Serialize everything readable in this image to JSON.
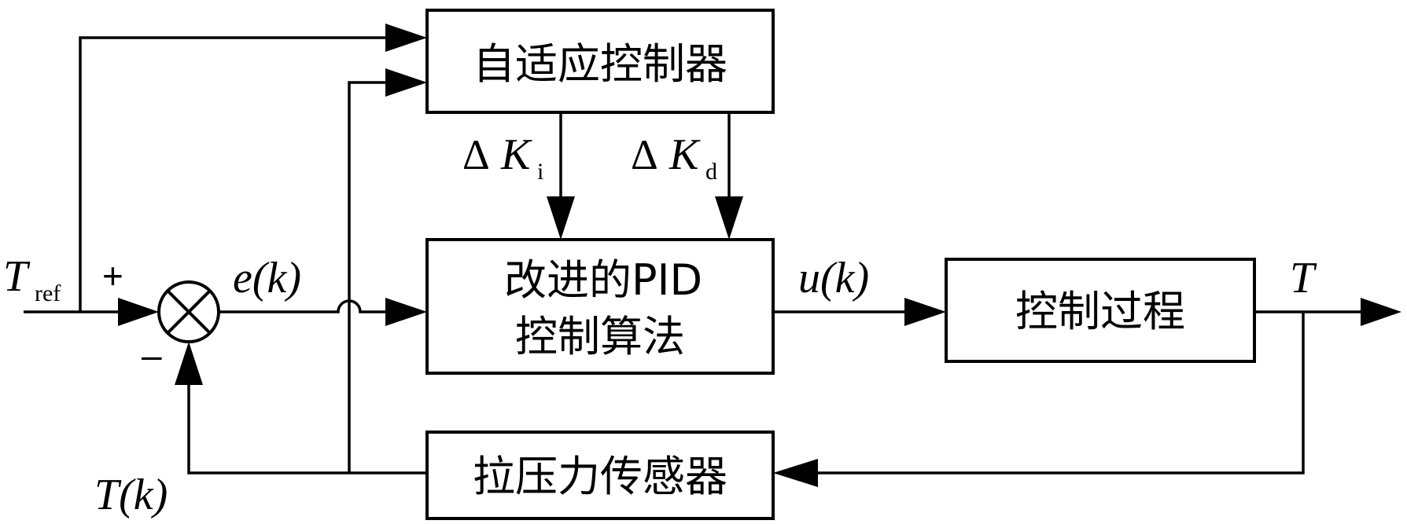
{
  "blocks": {
    "adaptive": "自适应控制器",
    "pid_line1": "改进的PID",
    "pid_line2": "控制算法",
    "process": "控制过程",
    "sensor": "拉压力传感器"
  },
  "signals": {
    "ref_main": "T",
    "ref_sub": "ref",
    "error": "e(k)",
    "control": "u(k)",
    "output": "T",
    "feedback": "T(k)",
    "delta_ki_symbol": "Δ",
    "delta_ki_main": "K",
    "delta_ki_sub": "i",
    "delta_kd_symbol": "Δ",
    "delta_kd_main": "K",
    "delta_kd_sub": "d"
  },
  "summing_junction": {
    "plus_sign": "+",
    "minus_sign": "–"
  }
}
